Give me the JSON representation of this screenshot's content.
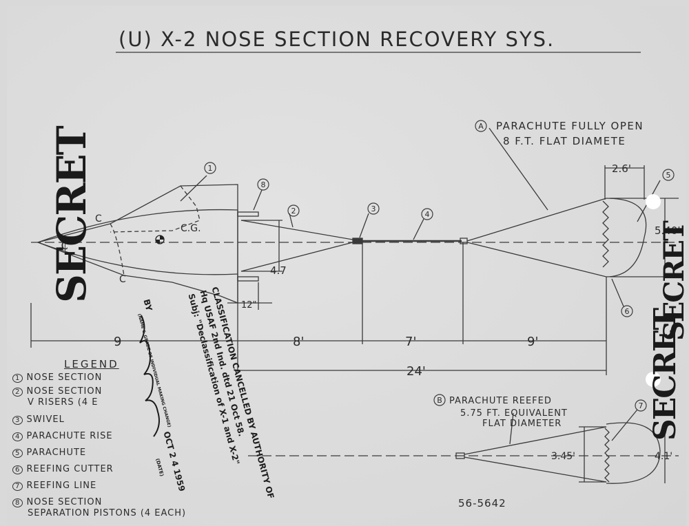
{
  "title": "(U) X-2 NOSE SECTION RECOVERY SYS.",
  "labels": {
    "cg": "C.G.",
    "c_top": "C",
    "c_bottom": "C",
    "centerline": "₵",
    "parachute_open_line1": "PARACHUTE FULLY OPEN",
    "parachute_open_line2": "8 F.T.  FLAT DIAMETE",
    "parachute_open_marker": "A",
    "parachute_reefed_marker": "B",
    "parachute_reefed_line1": "PARACHUTE REEFED",
    "parachute_reefed_line2": "5.75 FT. EQUIVALENT",
    "parachute_reefed_line3": "FLAT DIAMETER"
  },
  "callouts": [
    "1",
    "8",
    "2",
    "3",
    "4",
    "5",
    "6",
    "7"
  ],
  "dimensions": {
    "d_2_6": "2.6'",
    "d_5_40": "5.40'",
    "d_4_7": "4.7",
    "d_12": "12\"",
    "d_9_left": "9",
    "d_8": "8'",
    "d_7": "7'",
    "d_9_right": "9'",
    "d_24": "24'",
    "d_3_45": "3.45'",
    "d_4_1": "4.1'"
  },
  "legend": {
    "title": "LEGEND",
    "items": [
      {
        "num": "1",
        "text": "NOSE SECTION"
      },
      {
        "num": "2",
        "text": "NOSE SECTION",
        "text2": "V RISERS (4 E"
      },
      {
        "num": "3",
        "text": "SWIVEL"
      },
      {
        "num": "4",
        "text": "PARACHUTE RISE"
      },
      {
        "num": "5",
        "text": "PARACHUTE"
      },
      {
        "num": "6",
        "text": "REEFING CUTTER"
      },
      {
        "num": "7",
        "text": "REEFING LINE"
      },
      {
        "num": "8",
        "text": "NOSE SECTION",
        "text2": "SEPARATION PISTONS (4 EACH)"
      }
    ]
  },
  "stamp": {
    "line1": "CLASSIFICATION CANCELLED BY AUTHORITY OF",
    "line2": "Hq USAF 2nd Ind. dtd 21 Oct 58.",
    "line3": "Subj: \"Declassification of X-1 and X-2\"",
    "by": "BY",
    "small": "(NAME & GRADE OF INDIVIDUAL MAKING CHANGE)",
    "date": "OCT 2 4 1959",
    "date_label": "(DATE)"
  },
  "secret_marks": [
    "SECRET",
    "SECRET",
    "SECRET"
  ],
  "drawing_number": "56-5642"
}
